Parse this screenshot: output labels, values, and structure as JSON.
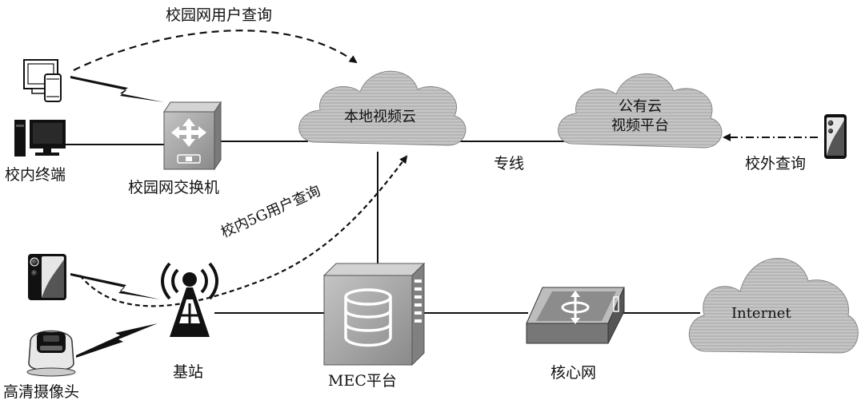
{
  "labels": {
    "campus_user_query": "校园网用户查询",
    "local_video_cloud": "本地视频云",
    "public_cloud_line1": "公有云",
    "public_cloud_line2": "视频平台",
    "dedicated_line": "专线",
    "offcampus_query": "校外查询",
    "campus_terminal": "校内终端",
    "campus_switch": "校园网交换机",
    "campus_5g_query": "校内5G用户查询",
    "base_station": "基站",
    "mec_platform": "MEC平台",
    "core_network": "核心网",
    "internet": "Internet",
    "hd_camera": "高清摄像头"
  },
  "colors": {
    "cloud_fill": "#b3b3b3",
    "box_fill": "#a9a9a9",
    "line": "#111111"
  },
  "icons": [
    "pc-tablet-phone-icon",
    "desktop-pc-icon",
    "switch-icon",
    "smartphone-icon",
    "camera-icon",
    "base-station-icon",
    "mec-server-icon",
    "core-router-icon",
    "cloud-icon"
  ]
}
